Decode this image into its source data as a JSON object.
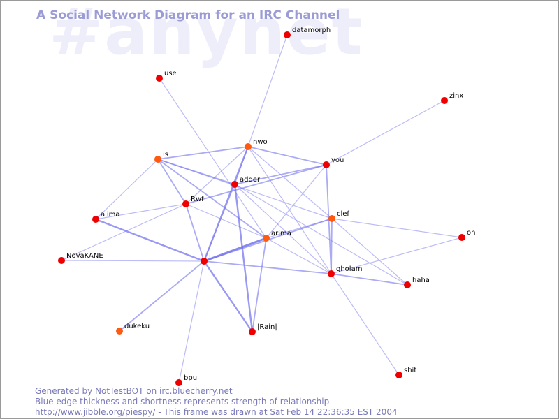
{
  "channel_watermark": "#anynet",
  "title": "A Social Network Diagram for an IRC Channel",
  "footer": {
    "line1": "Generated by NotTestBOT on irc.bluecherry.net",
    "line2": "Blue edge thickness and shortness represents strength of relationship",
    "line3": "http://www.jibble.org/piespy/ - This frame was drawn at Sat Feb 14 22:36:35 EST 2004"
  },
  "colors": {
    "node_red": "#ee0000",
    "node_orange": "#ff5a10",
    "edge": "#7070ee",
    "title": "#9b9bd6",
    "watermark": "#eeeefb"
  },
  "nodes": [
    {
      "id": "datamorph",
      "label": "datamorph",
      "color": "red"
    },
    {
      "id": "use",
      "label": "use",
      "color": "red"
    },
    {
      "id": "zinx",
      "label": "zinx",
      "color": "red"
    },
    {
      "id": "nwo",
      "label": "nwo",
      "color": "orange"
    },
    {
      "id": "is",
      "label": "is",
      "color": "orange"
    },
    {
      "id": "you",
      "label": "you",
      "color": "red"
    },
    {
      "id": "adder",
      "label": "adder",
      "color": "red"
    },
    {
      "id": "Rwf",
      "label": "Rwf",
      "color": "red"
    },
    {
      "id": "alima",
      "label": "alima",
      "color": "red"
    },
    {
      "id": "clef",
      "label": "clef",
      "color": "orange"
    },
    {
      "id": "arima",
      "label": "arima",
      "color": "orange"
    },
    {
      "id": "oh",
      "label": "oh",
      "color": "red"
    },
    {
      "id": "NovaKANE",
      "label": "NovaKANE",
      "color": "red"
    },
    {
      "id": "i",
      "label": "i",
      "color": "red"
    },
    {
      "id": "gholam",
      "label": "gholam",
      "color": "red"
    },
    {
      "id": "haha",
      "label": "haha",
      "color": "red"
    },
    {
      "id": "dukeku",
      "label": "dukeku",
      "color": "orange"
    },
    {
      "id": "Rain",
      "label": "|Rain|",
      "color": "red"
    },
    {
      "id": "shit",
      "label": "shit",
      "color": "red"
    },
    {
      "id": "bpu",
      "label": "bpu",
      "color": "red"
    }
  ],
  "edges": [
    {
      "a": "datamorph",
      "b": "adder",
      "w": 1
    },
    {
      "a": "use",
      "b": "arima",
      "w": 1
    },
    {
      "a": "zinx",
      "b": "you",
      "w": 1
    },
    {
      "a": "nwo",
      "b": "i",
      "w": 3
    },
    {
      "a": "nwo",
      "b": "is",
      "w": 2
    },
    {
      "a": "nwo",
      "b": "you",
      "w": 2
    },
    {
      "a": "nwo",
      "b": "clef",
      "w": 1
    },
    {
      "a": "nwo",
      "b": "Rwf",
      "w": 1
    },
    {
      "a": "nwo",
      "b": "gholam",
      "w": 1
    },
    {
      "a": "is",
      "b": "adder",
      "w": 2
    },
    {
      "a": "is",
      "b": "Rwf",
      "w": 2
    },
    {
      "a": "is",
      "b": "arima",
      "w": 2
    },
    {
      "a": "is",
      "b": "alima",
      "w": 1
    },
    {
      "a": "is",
      "b": "clef",
      "w": 1
    },
    {
      "a": "you",
      "b": "adder",
      "w": 2
    },
    {
      "a": "you",
      "b": "Rwf",
      "w": 2
    },
    {
      "a": "you",
      "b": "gholam",
      "w": 2
    },
    {
      "a": "you",
      "b": "arima",
      "w": 1
    },
    {
      "a": "adder",
      "b": "i",
      "w": 1
    },
    {
      "a": "adder",
      "b": "Rain",
      "w": 3
    },
    {
      "a": "adder",
      "b": "gholam",
      "w": 1
    },
    {
      "a": "adder",
      "b": "haha",
      "w": 1
    },
    {
      "a": "Rwf",
      "b": "i",
      "w": 2
    },
    {
      "a": "Rwf",
      "b": "alima",
      "w": 1
    },
    {
      "a": "Rwf",
      "b": "arima",
      "w": 1
    },
    {
      "a": "Rwf",
      "b": "NovaKANE",
      "w": 1
    },
    {
      "a": "alima",
      "b": "i",
      "w": 3
    },
    {
      "a": "clef",
      "b": "i",
      "w": 2
    },
    {
      "a": "clef",
      "b": "gholam",
      "w": 2
    },
    {
      "a": "clef",
      "b": "oh",
      "w": 1
    },
    {
      "a": "clef",
      "b": "haha",
      "w": 1
    },
    {
      "a": "clef",
      "b": "arima",
      "w": 1
    },
    {
      "a": "arima",
      "b": "i",
      "w": 4
    },
    {
      "a": "arima",
      "b": "Rain",
      "w": 2
    },
    {
      "a": "arima",
      "b": "gholam",
      "w": 1
    },
    {
      "a": "oh",
      "b": "gholam",
      "w": 1
    },
    {
      "a": "NovaKANE",
      "b": "i",
      "w": 1
    },
    {
      "a": "i",
      "b": "gholam",
      "w": 2
    },
    {
      "a": "i",
      "b": "Rain",
      "w": 3
    },
    {
      "a": "i",
      "b": "dukeku",
      "w": 2
    },
    {
      "a": "i",
      "b": "bpu",
      "w": 1
    },
    {
      "a": "gholam",
      "b": "haha",
      "w": 2
    },
    {
      "a": "gholam",
      "b": "shit",
      "w": 1
    }
  ]
}
